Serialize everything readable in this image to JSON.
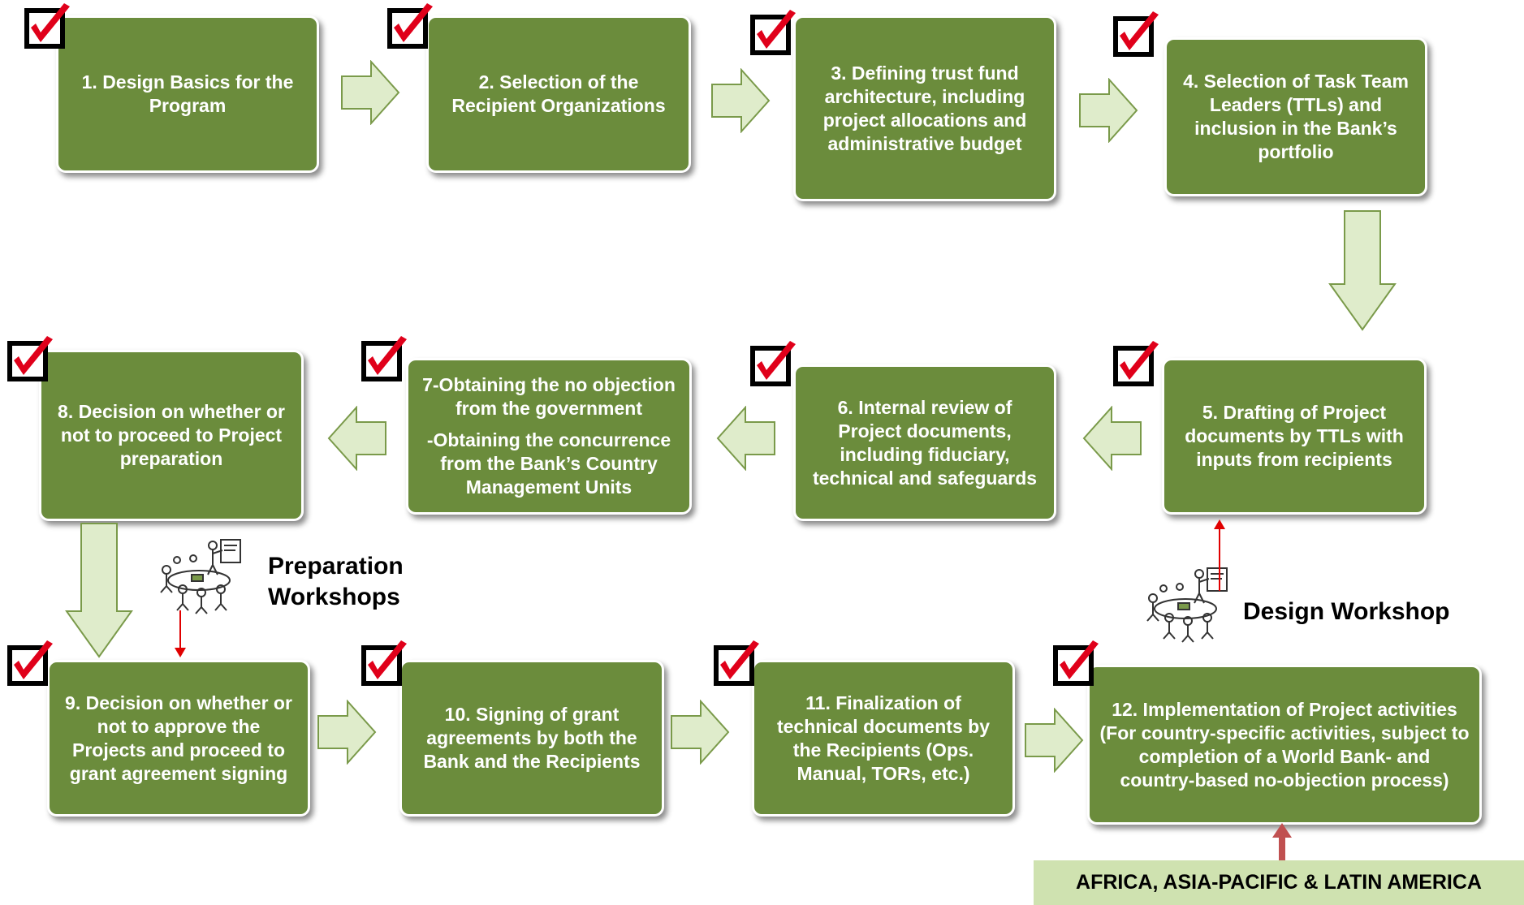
{
  "steps": {
    "s1": "1.  Design Basics for the\nProgram",
    "s2": "2.  Selection of the\nRecipient Organizations",
    "s3": "3.  Defining trust fund\narchitecture, including\nproject allocations and\nadministrative budget",
    "s4": "4.  Selection of Task Team\nLeaders (TTLs) and\ninclusion in the Bank’s\nportfolio",
    "s5": "5.  Drafting of Project\ndocuments by TTLs with\ninputs from recipients",
    "s6": "6.  Internal review of\nProject documents,\nincluding fiduciary,\ntechnical and safeguards",
    "s7a": "7-Obtaining the no objection\nfrom the government",
    "s7b": "-Obtaining the concurrence\nfrom the Bank’s Country\nManagement Units",
    "s8": "8.  Decision on whether or\nnot to proceed to Project\npreparation",
    "s9": "9. Decision on whether or\nnot to approve the\nProjects and proceed to\ngrant agreement signing",
    "s10": "10. Signing of grant\nagreements by both the\nBank and the Recipients",
    "s11": "11. Finalization of\ntechnical documents by\nthe Recipients (Ops.\nManual, TORs, etc.)",
    "s12": "12.  Implementation of Project activities\n(For country-specific activities, subject to\ncompletion of a World Bank- and\ncountry-based no-objection process)"
  },
  "workshops": {
    "preparation": "Preparation\nWorkshops",
    "design": "Design Workshop"
  },
  "region": "AFRICA, ASIA-PACIFIC & LATIN AMERICA",
  "colors": {
    "box_fill": "#6b8c3c",
    "arrow_fill": "#dfeccb",
    "arrow_stroke": "#7a9a4a",
    "check_red": "#e0001a",
    "red_arrow": "#e00000",
    "region_fill": "#cfe2b0"
  },
  "icons": [
    "checkbox-check-icon",
    "meeting-people-icon",
    "flow-arrow-icon"
  ]
}
